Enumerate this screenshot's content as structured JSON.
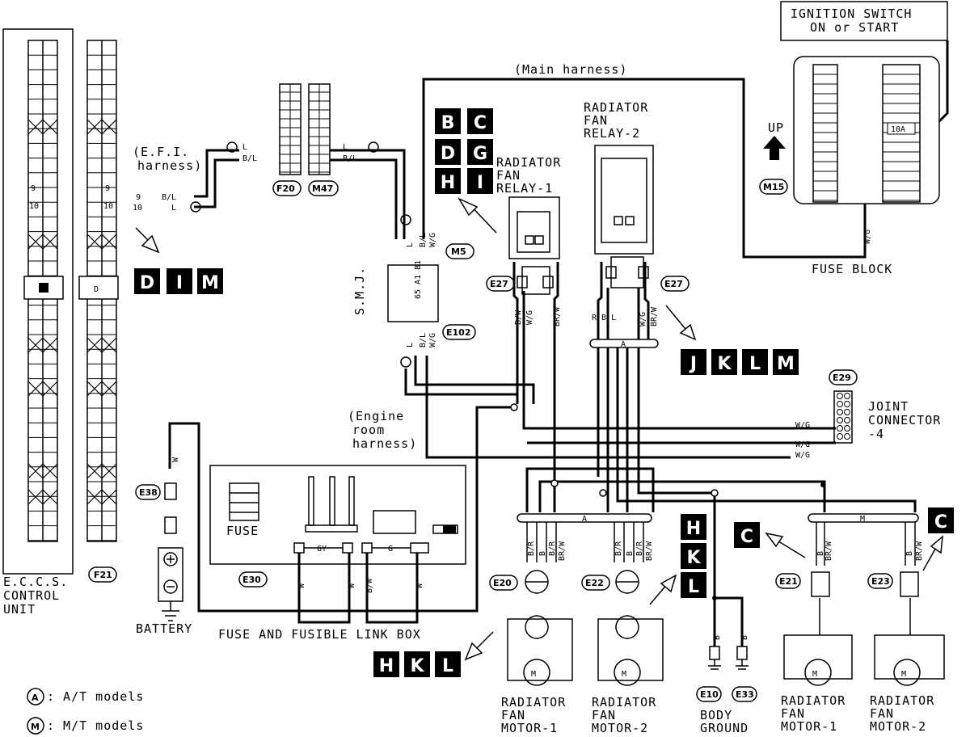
{
  "labels": {
    "ignition_1": "IGNITION SWITCH",
    "ignition_2": "ON or START",
    "main_harness": "(Main harness)",
    "efi_1": "(E.F.I.",
    "efi_2": "harness)",
    "engine_room_1": "(Engine",
    "engine_room_2": "room",
    "engine_room_3": "harness)",
    "relay2_1": "RADIATOR",
    "relay2_2": "FAN",
    "relay2_3": "RELAY-2",
    "relay1_1": "RADIATOR",
    "relay1_2": "FAN",
    "relay1_3": "RELAY-1",
    "fuse_block": "FUSE BLOCK",
    "up": "UP",
    "fuse_10a": "10A",
    "smj": "S.M.J.",
    "joint_1": "JOINT",
    "joint_2": "CONNECTOR",
    "joint_3": "-4",
    "ecu_1": "E.C.C.S.",
    "ecu_2": "CONTROL",
    "ecu_3": "UNIT",
    "battery": "BATTERY",
    "fuse": "FUSE",
    "fuse_box": "FUSE AND FUSIBLE LINK BOX",
    "body_ground_1": "BODY",
    "body_ground_2": "GROUND",
    "motor_a_1": "RADIATOR",
    "motor_a_2": "FAN",
    "motor_a_3": "MOTOR-1",
    "motor_b_1": "RADIATOR",
    "motor_b_2": "FAN",
    "motor_b_3": "MOTOR-2",
    "legend_a": ": A/T models",
    "legend_m": ": M/T models",
    "legend_a_sym": "A",
    "legend_m_sym": "M"
  },
  "connectors": {
    "f20": "F20",
    "m47": "M47",
    "m15": "M15",
    "m5": "M5",
    "e27a": "E27",
    "e27b": "E27",
    "e102": "E102",
    "e29": "E29",
    "e38": "E38",
    "e30": "E30",
    "e20": "E20",
    "e22": "E22",
    "e21": "E21",
    "e23": "E23",
    "e10": "E10",
    "e33": "E33",
    "f21": "F21"
  },
  "wires": {
    "bl": "B/L",
    "l": "L",
    "wg": "W/G",
    "w": "W",
    "bw": "B/W",
    "br": "B/R",
    "b": "B",
    "brw": "BR/W",
    "gy": "GY",
    "g": "G",
    "rbl": "R B L",
    "pin9": "9",
    "pin10": "10",
    "smj_pins": "65 A1 B1"
  },
  "refs": {
    "b": "B",
    "c": "C",
    "d": "D",
    "g": "G",
    "h": "H",
    "i": "I",
    "j": "J",
    "k": "K",
    "l": "L",
    "m": "M"
  }
}
